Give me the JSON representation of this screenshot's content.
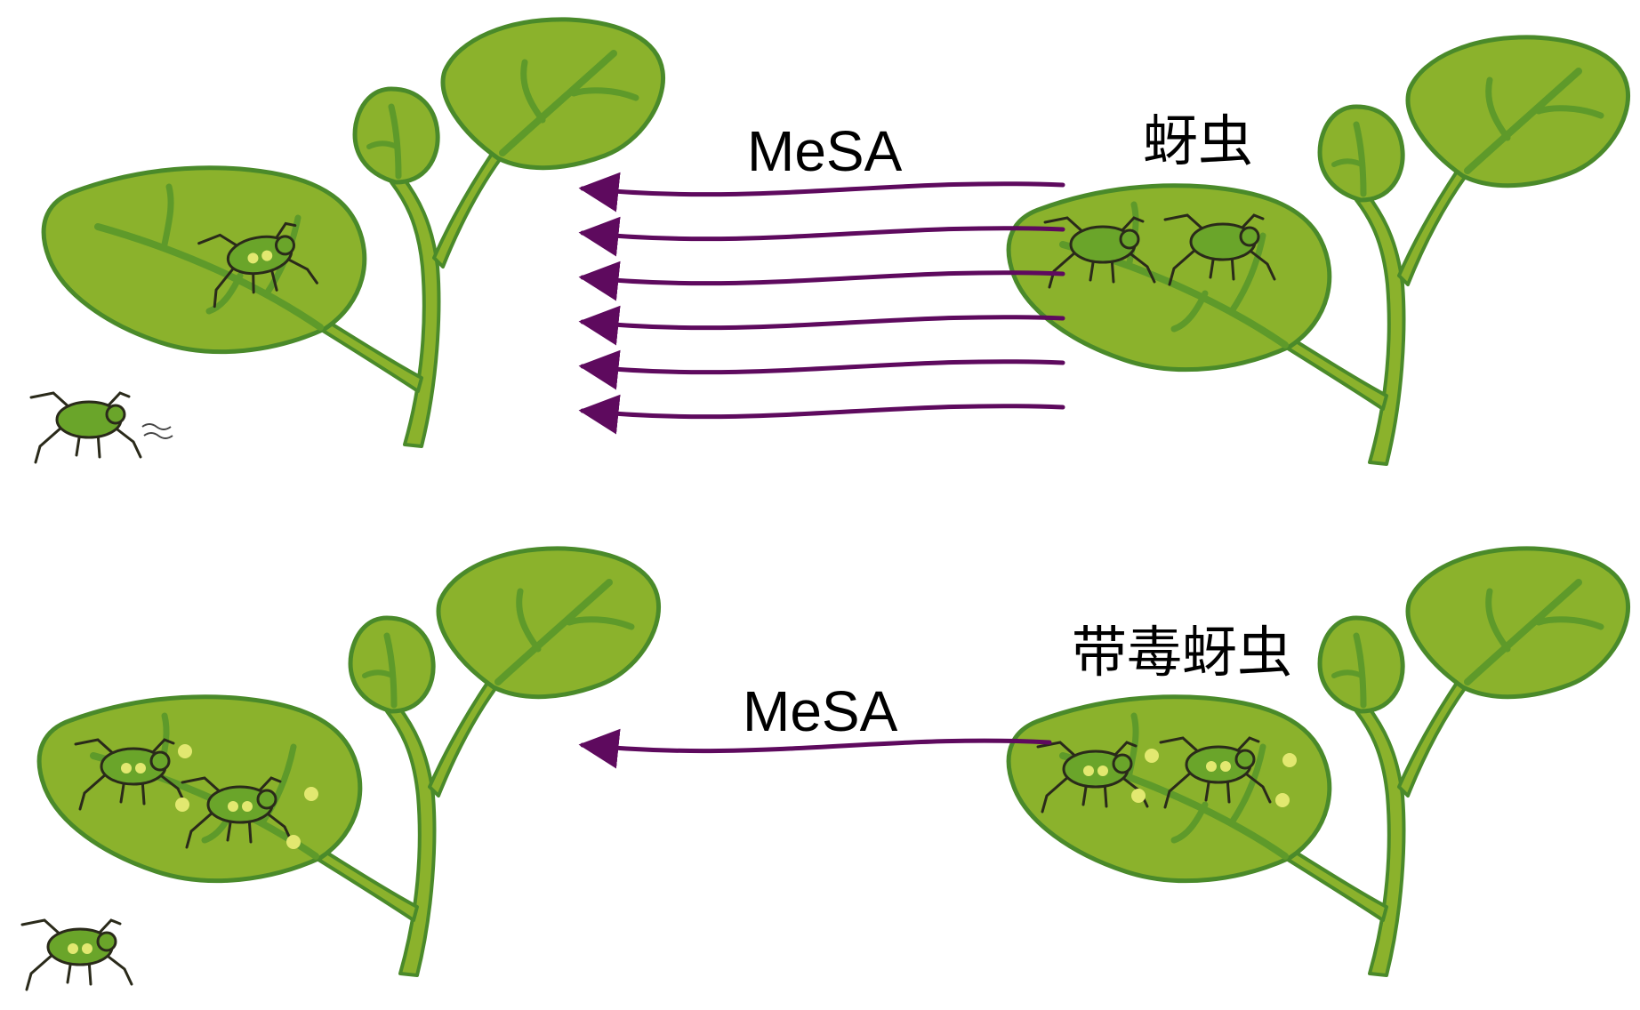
{
  "labels": {
    "top_signal": "MeSA",
    "top_aphid": "蚜虫",
    "bottom_signal": "MeSA",
    "bottom_aphid": "带毒蚜虫"
  },
  "colors": {
    "leaf_fill": "#8bb22c",
    "leaf_outline": "#4a8a2a",
    "vein": "#5e9a2a",
    "aphid_body": "#6aa52a",
    "aphid_dot": "#e2e870",
    "arrow": "#5e0a5e",
    "text": "#000000"
  }
}
